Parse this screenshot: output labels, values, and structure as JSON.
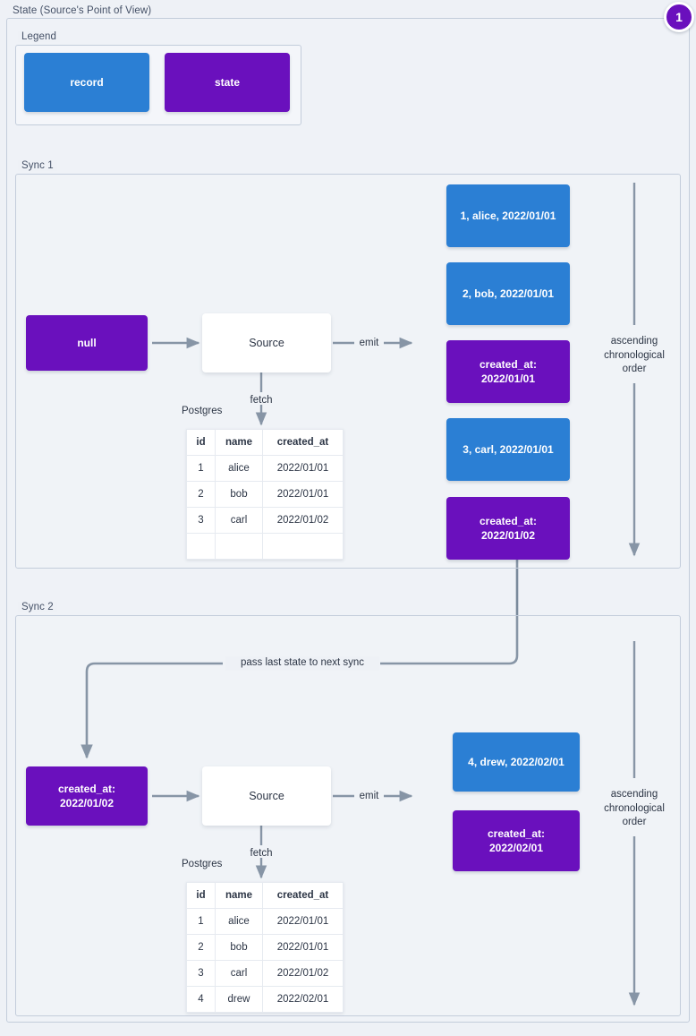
{
  "diagram": {
    "title": "State (Source's Point of View)",
    "badge": "1",
    "accent_record": "#2b7fd4",
    "accent_state": "#6a10bd",
    "line_color": "#6b7d91"
  },
  "legend": {
    "label": "Legend",
    "items": [
      {
        "label": "record",
        "kind": "record"
      },
      {
        "label": "state",
        "kind": "state"
      }
    ]
  },
  "sync1": {
    "label": "Sync 1",
    "input_state": "null",
    "source_label": "Source",
    "db_label": "Postgres",
    "fetch_label": "fetch",
    "emit_label": "emit",
    "order_note": "ascending\nchronological\norder",
    "order_note_line1": "ascending",
    "order_note_line2": "chronological",
    "order_note_line3": "order",
    "table": {
      "columns": [
        "id",
        "name",
        "created_at"
      ],
      "rows": [
        [
          "1",
          "alice",
          "2022/01/01"
        ],
        [
          "2",
          "bob",
          "2022/01/01"
        ],
        [
          "3",
          "carl",
          "2022/01/02"
        ],
        [
          "",
          "",
          ""
        ]
      ]
    },
    "emitted": [
      {
        "kind": "record",
        "text": "1, alice, 2022/01/01"
      },
      {
        "kind": "record",
        "text": "2, bob, 2022/01/01"
      },
      {
        "kind": "state",
        "line1": "created_at:",
        "line2": "2022/01/01"
      },
      {
        "kind": "record",
        "text": "3, carl, 2022/01/01"
      },
      {
        "kind": "state",
        "line1": "created_at:",
        "line2": "2022/01/02"
      }
    ]
  },
  "sync2": {
    "label": "Sync 2",
    "pass_state_label": "pass last state to next sync",
    "input_state_line1": "created_at:",
    "input_state_line2": "2022/01/02",
    "source_label": "Source",
    "db_label": "Postgres",
    "fetch_label": "fetch",
    "emit_label": "emit",
    "order_note_line1": "ascending",
    "order_note_line2": "chronological",
    "order_note_line3": "order",
    "table": {
      "columns": [
        "id",
        "name",
        "created_at"
      ],
      "rows": [
        [
          "1",
          "alice",
          "2022/01/01"
        ],
        [
          "2",
          "bob",
          "2022/01/01"
        ],
        [
          "3",
          "carl",
          "2022/01/02"
        ],
        [
          "4",
          "drew",
          "2022/02/01"
        ]
      ]
    },
    "emitted": [
      {
        "kind": "record",
        "text": "4, drew, 2022/02/01"
      },
      {
        "kind": "state",
        "line1": "created_at:",
        "line2": "2022/02/01"
      }
    ]
  }
}
